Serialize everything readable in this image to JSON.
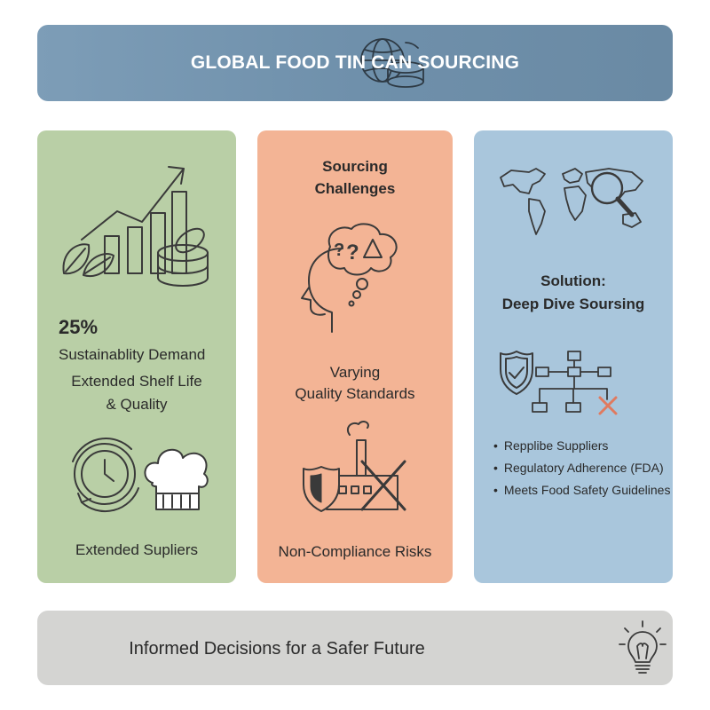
{
  "header": {
    "title": "GLOBAL FOOD TIN CAN SOURCING",
    "icon": "globe-can-icon"
  },
  "columns": {
    "demand": {
      "color": "#b9cfa6",
      "stat": "25%",
      "lines": [
        "Sustainablity Demand",
        "Extended Shelf Life",
        "& Quality"
      ],
      "footer_label": "Extended Supliers",
      "icons": [
        "growth-chart-icon",
        "leaf-icon",
        "tin-can-icon",
        "clock-icon",
        "chef-hat-icon"
      ]
    },
    "challenges": {
      "color": "#f3b495",
      "title_line1": "Sourcing",
      "title_line2": "Challenges",
      "text_line1": "Varying",
      "text_line2": "Quality Standards",
      "footer_label": "Non-Compliance Risks",
      "icons": [
        "thinking-head-icon",
        "factory-cross-icon"
      ]
    },
    "solution": {
      "color": "#a9c6dc",
      "title_line1": "Solution:",
      "title_line2": "Deep Dive Soursing",
      "bullets": [
        "Repplibe Suppliers",
        "Regulatory Adherence (FDA)",
        "Meets Food Safety Guidelines"
      ],
      "icons": [
        "world-map-search-icon",
        "shield-check-icon",
        "supply-tree-icon"
      ]
    }
  },
  "footer": {
    "text": "Informed Decisions for a Safer Future",
    "icon": "lightbulb-icon"
  }
}
